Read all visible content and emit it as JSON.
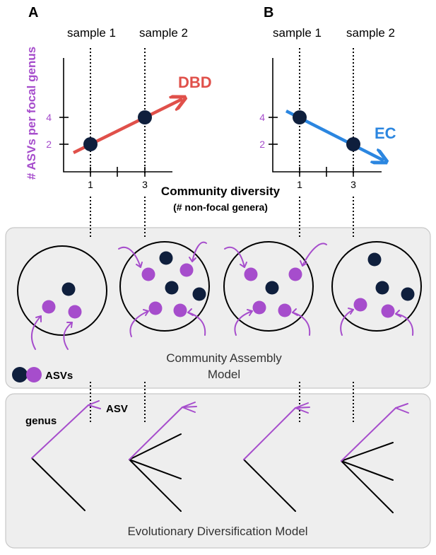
{
  "panels": {
    "a_letter": "A",
    "b_letter": "B"
  },
  "samples": {
    "s1": "sample 1",
    "s2": "sample 2"
  },
  "axes": {
    "y_label": "# ASVs per focal genus",
    "x_label": "Community diversity",
    "x_sublabel": "(# non-focal genera)",
    "y_ticks": [
      "2",
      "4"
    ],
    "x_ticks": [
      "1",
      "3"
    ]
  },
  "arrows": {
    "dbd": "DBD",
    "ec": "EC"
  },
  "models": {
    "assembly_line1": "Community Assembly",
    "assembly_line2": "Model",
    "evolution": "Evolutionary Diversification Model"
  },
  "legend": {
    "asvs": "ASVs"
  },
  "tree_labels": {
    "genus": "genus",
    "asv": "ASV"
  },
  "colors": {
    "purple": "#a64dcc",
    "navy": "#0f1f3d",
    "dbd_red": "#e0504a",
    "ec_blue": "#2b86e0",
    "panel_bg": "#eeeeee"
  },
  "chart_data": [
    {
      "type": "line",
      "panel": "A",
      "x": [
        1,
        3
      ],
      "y": [
        2,
        4
      ],
      "trend": "DBD",
      "xlabel": "Community diversity",
      "ylabel": "# ASVs per focal genus",
      "xticks": [
        1,
        3
      ],
      "yticks": [
        2,
        4
      ]
    },
    {
      "type": "line",
      "panel": "B",
      "x": [
        1,
        3
      ],
      "y": [
        4,
        2
      ],
      "trend": "EC",
      "xlabel": "Community diversity",
      "ylabel": "# ASVs per focal genus",
      "xticks": [
        1,
        3
      ],
      "yticks": [
        2,
        4
      ]
    }
  ]
}
